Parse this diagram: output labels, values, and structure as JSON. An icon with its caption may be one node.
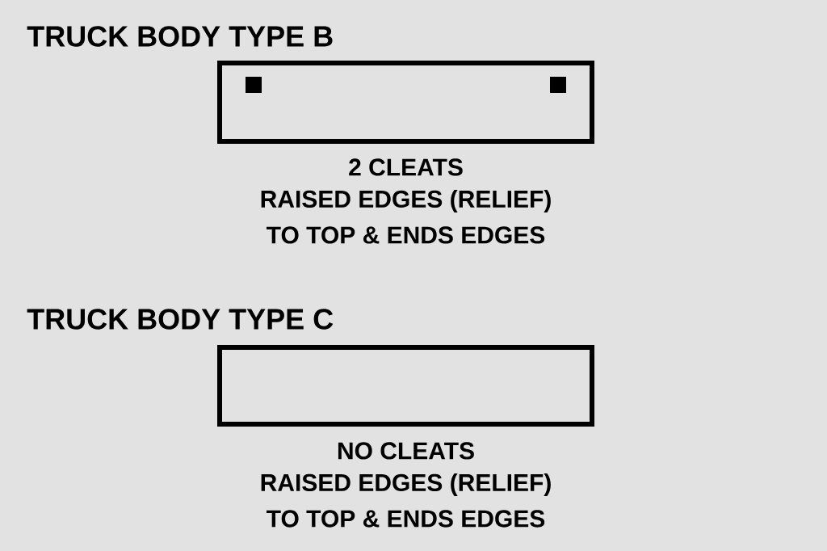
{
  "diagram": {
    "nodes": [
      {
        "text": [
          "TRUCK BODY TYPE B"
        ],
        "beside": [
          "2 CLEATS",
          "RAISED EDGES (RELIEF)",
          "TO TOP & ENDS EDGES"
        ]
      },
      {
        "text": [
          "TRUCK BODY TYPE C"
        ],
        "beside": [
          "NO CLEATS",
          "RAISED EDGES (RELIEF)",
          "TO TOP & ENDS EDGES"
        ]
      }
    ]
  }
}
